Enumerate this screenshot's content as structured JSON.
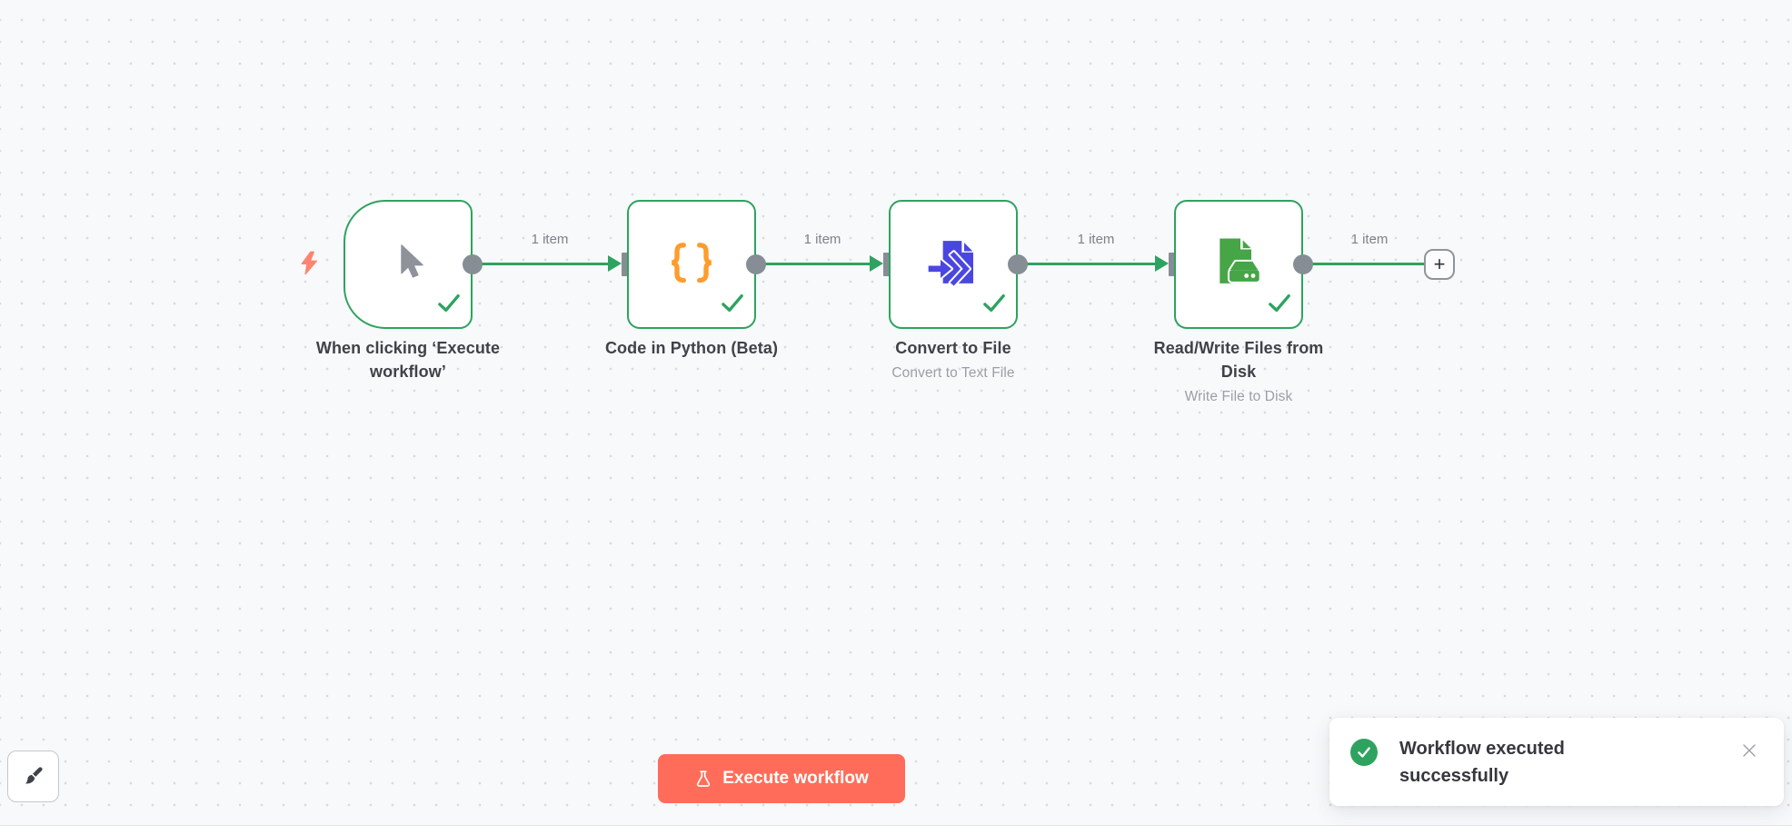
{
  "colors": {
    "success_green": "#2da35f",
    "connector_gray": "#878d94",
    "code_orange": "#ff9c2b",
    "convert_blue": "#4a47e0",
    "rw_green": "#46a546",
    "bolt_salmon": "#ff8470",
    "execute_bg": "#ff6d5a",
    "canvas_bg": "#f8f9fb"
  },
  "nodes": [
    {
      "title": "When clicking ‘Execute workflow’",
      "subtitle": "",
      "type": "manual-trigger",
      "icon": "cursor-icon",
      "status": "success"
    },
    {
      "title": "Code in Python (Beta)",
      "subtitle": "",
      "type": "code",
      "icon": "code-braces-icon",
      "status": "success"
    },
    {
      "title": "Convert to File",
      "subtitle": "Convert to Text File",
      "type": "convert-to-file",
      "icon": "file-import-icon",
      "status": "success"
    },
    {
      "title": "Read/Write Files from Disk",
      "subtitle": "Write File to Disk",
      "type": "read-write-files",
      "icon": "file-disk-icon",
      "status": "success"
    }
  ],
  "connections": [
    {
      "label": "1 item"
    },
    {
      "label": "1 item"
    },
    {
      "label": "1 item"
    },
    {
      "label": "1 item"
    }
  ],
  "add_node_button": {
    "label": "+"
  },
  "execute_button": {
    "label": "Execute workflow"
  },
  "toast": {
    "message": "Workflow executed successfully"
  }
}
